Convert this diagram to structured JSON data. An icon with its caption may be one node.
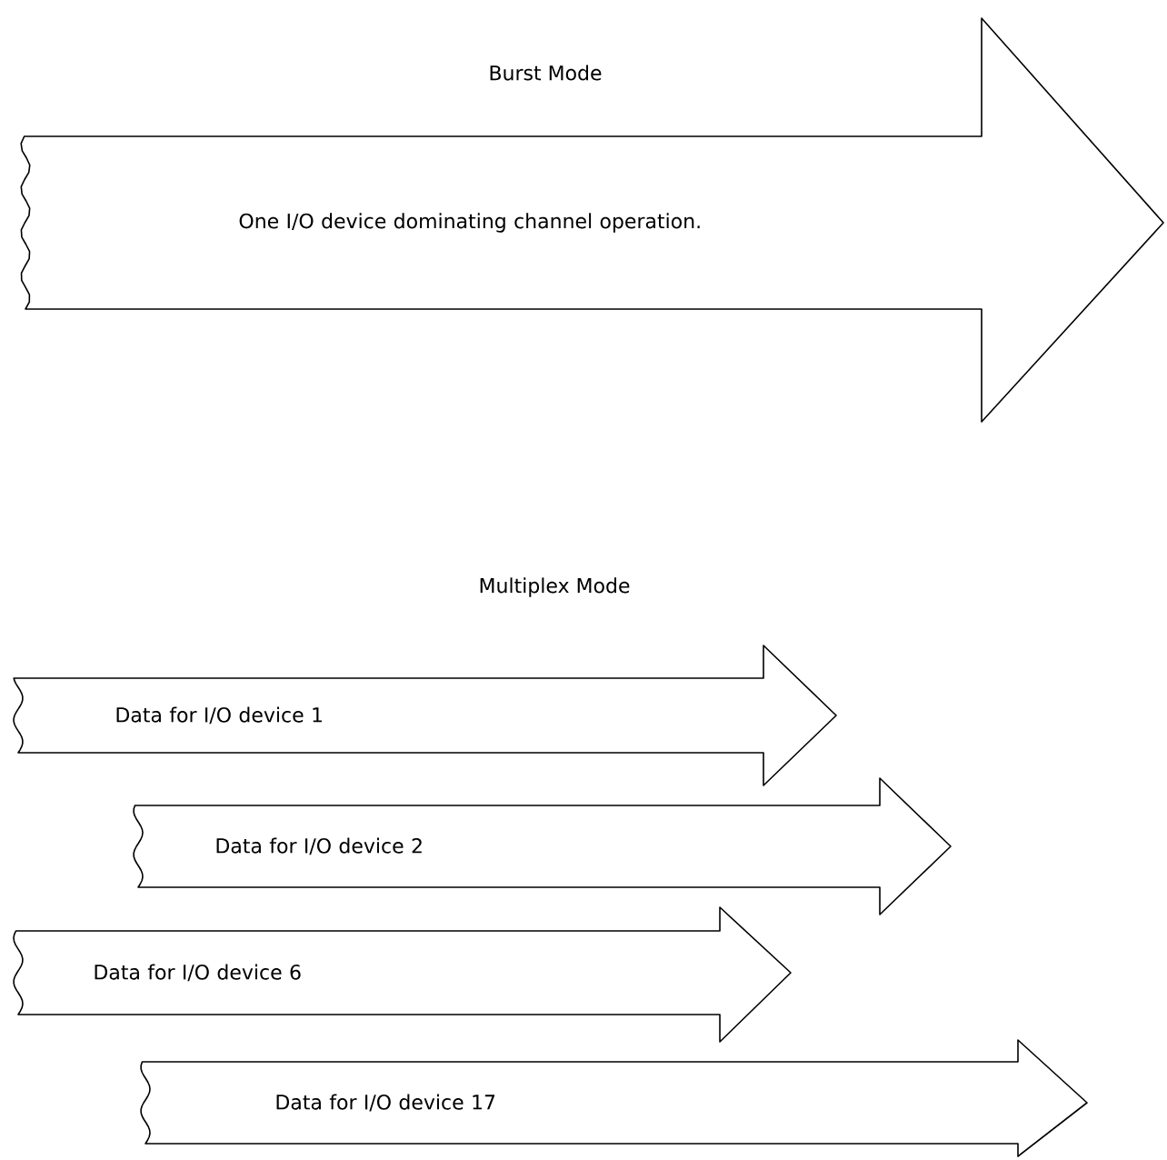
{
  "diagram": {
    "nodes": [
      {
        "text": [
          "One I/O device dominating channel operation."
        ]
      },
      {
        "text": [
          "Data for I/O device 1"
        ]
      },
      {
        "text": [
          "Data for I/O device 2"
        ]
      },
      {
        "text": [
          "Data for I/O device 6"
        ]
      },
      {
        "text": [
          "Data for I/O device 17"
        ]
      }
    ],
    "labels": [
      "Burst Mode",
      "Multiplex Mode"
    ]
  }
}
